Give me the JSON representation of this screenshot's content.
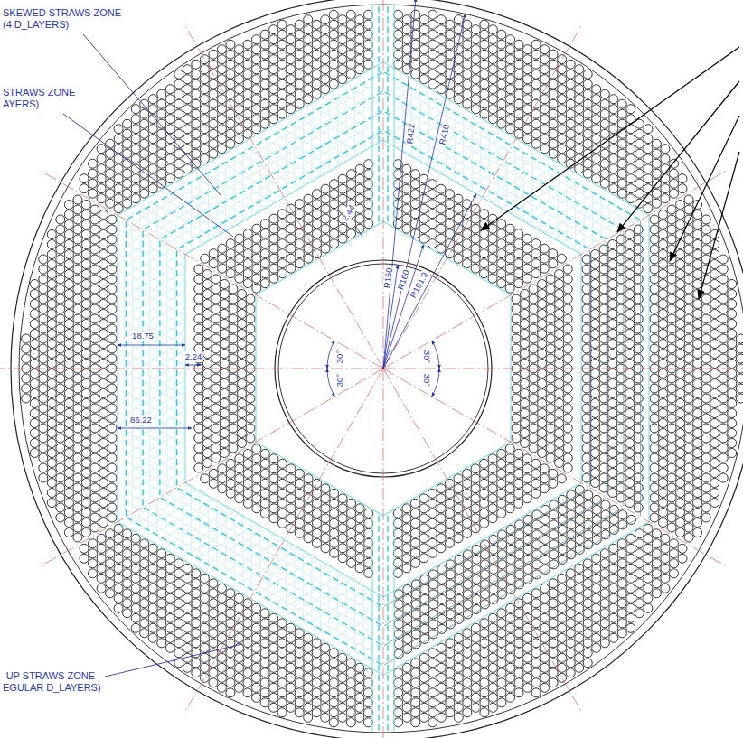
{
  "diagram": {
    "labels": [
      "SKEWED STRAWS ZONE (4 D_LAYERS)",
      "STRAWS ZONE AYERS)",
      "-UP STRAWS ZONE EGULAR D_LAYERS)",
      "2.44",
      "R422",
      "R410",
      "R150",
      "R160",
      "R191.9",
      "30°",
      "30°",
      "30°",
      "30°",
      "18.75",
      "2.24",
      "86.22"
    ]
  }
}
